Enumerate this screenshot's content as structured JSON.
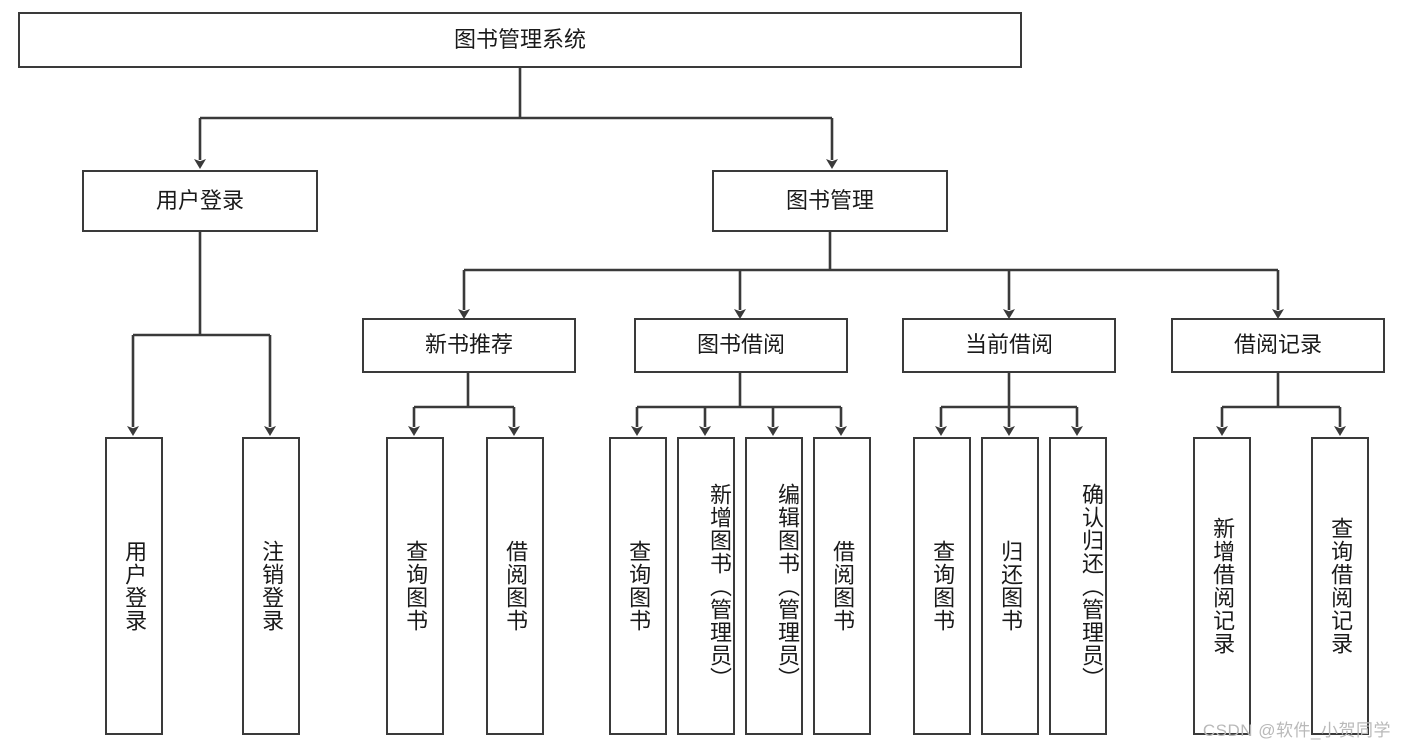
{
  "diagram": {
    "type": "tree",
    "title": "图书管理系统",
    "orientation": "top-down",
    "colors": {
      "box_border": "#3a3a3a",
      "box_fill": "#ffffff",
      "link": "#3a3a3a",
      "text": "#1a1a1a",
      "watermark": "#b9b9b9"
    },
    "root": {
      "label": "图书管理系统"
    },
    "level2": [
      {
        "id": "user-login",
        "label": "用户登录"
      },
      {
        "id": "book-manage",
        "label": "图书管理"
      }
    ],
    "level3": [
      {
        "id": "new-book-rec",
        "label": "新书推荐"
      },
      {
        "id": "book-borrow",
        "label": "图书借阅"
      },
      {
        "id": "current-borrow",
        "label": "当前借阅"
      },
      {
        "id": "borrow-record",
        "label": "借阅记录"
      }
    ],
    "leaves": {
      "user_login": [
        {
          "id": "leaf-user-login",
          "label": "用户登录"
        },
        {
          "id": "leaf-logout",
          "label": "注销登录"
        }
      ],
      "new_book_rec": [
        {
          "id": "leaf-query-book-1",
          "label": "查询图书"
        },
        {
          "id": "leaf-borrow-book-1",
          "label": "借阅图书"
        }
      ],
      "book_borrow": [
        {
          "id": "leaf-query-book-2",
          "label": "查询图书"
        },
        {
          "id": "leaf-add-book",
          "label": "新增图书（管理员）"
        },
        {
          "id": "leaf-edit-book",
          "label": "编辑图书（管理员）"
        },
        {
          "id": "leaf-borrow-book-2",
          "label": "借阅图书"
        }
      ],
      "current_borrow": [
        {
          "id": "leaf-query-book-3",
          "label": "查询图书"
        },
        {
          "id": "leaf-return-book",
          "label": "归还图书"
        },
        {
          "id": "leaf-confirm-return",
          "label": "确认归还（管理员）"
        }
      ],
      "borrow_record": [
        {
          "id": "leaf-add-record",
          "label": "新增借阅记录"
        },
        {
          "id": "leaf-query-record",
          "label": "查询借阅记录"
        }
      ]
    }
  },
  "watermark": {
    "text": "CSDN @软件_小贺同学"
  }
}
